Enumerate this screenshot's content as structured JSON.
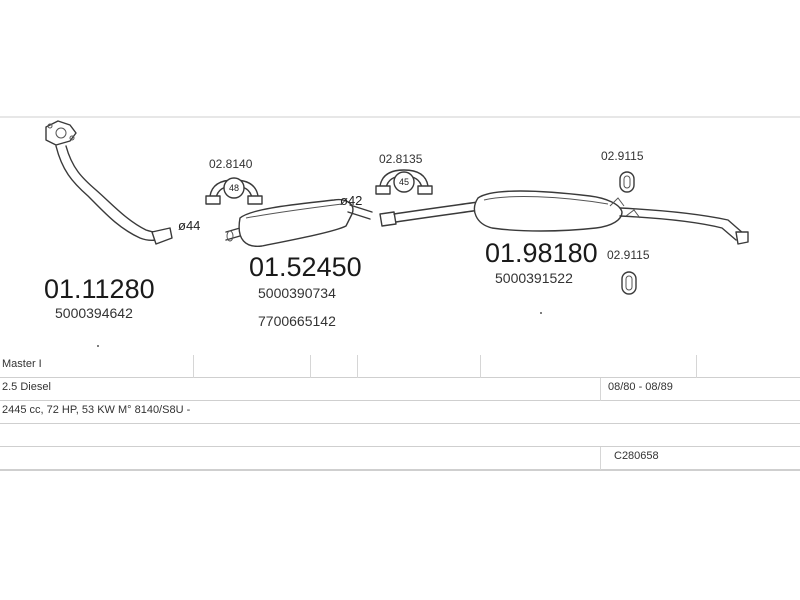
{
  "parts": [
    {
      "part_number": "01.11280",
      "oem_numbers": [
        "5000394642"
      ]
    },
    {
      "part_number": "01.52450",
      "oem_numbers": [
        "5000390734",
        "7700665142"
      ]
    },
    {
      "part_number": "01.98180",
      "oem_numbers": [
        "5000391522"
      ]
    }
  ],
  "clamps": [
    {
      "part_number": "02.8140",
      "size_label": "48"
    },
    {
      "part_number": "02.8135",
      "size_label": "45"
    }
  ],
  "rings": [
    {
      "part_number": "02.9115"
    },
    {
      "part_number": "02.9115"
    }
  ],
  "dimensions": [
    "ø44",
    "ø42"
  ],
  "vehicle": {
    "model": "Master I",
    "engine": "2.5 Diesel",
    "years": "08/80 - 08/89",
    "spec": "2445 cc, 72 HP, 53 KW  M° 8140/S8U -",
    "code": "C280658"
  }
}
